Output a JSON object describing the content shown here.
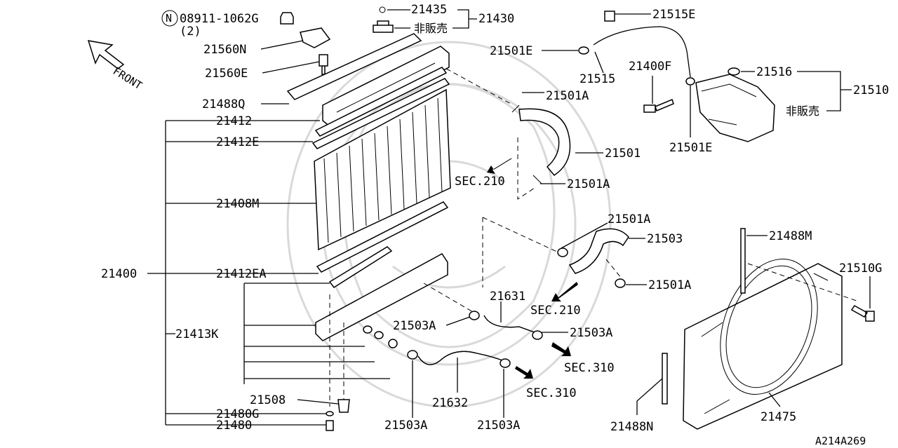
{
  "labels": {
    "notice_code": "08911-1062G",
    "notice_qty": "(2)",
    "front": "FRONT",
    "p21435": "21435",
    "p21430": "21430",
    "not_for_sale_1": "非販売",
    "p21560N": "21560N",
    "p21560E": "21560E",
    "p21488Q": "21488Q",
    "p21412": "21412",
    "p21412E": "21412E",
    "p21408M": "21408M",
    "p21400": "21400",
    "p21412EA": "21412EA",
    "p21413K": "21413K",
    "p21508": "21508",
    "p21480G": "21480G",
    "p21480": "21480",
    "p21515E": "21515E",
    "p21501E_top": "21501E",
    "p21515": "21515",
    "p21400F": "21400F",
    "p21516": "21516",
    "p21510": "21510",
    "not_for_sale_2": "非販売",
    "p21501E_bot": "21501E",
    "p21501A_1": "21501A",
    "p21501": "21501",
    "p21501A_2": "21501A",
    "sec210_a": "SEC.210",
    "p21501A_3": "21501A",
    "p21503": "21503",
    "p21501A_4": "21501A",
    "p21488M": "21488M",
    "p21510G": "21510G",
    "p21631": "21631",
    "sec210_b": "SEC.210",
    "p21503A_1": "21503A",
    "p21503A_2": "21503A",
    "sec310_a": "SEC.310",
    "sec310_b": "SEC.310",
    "p21632": "21632",
    "p21503A_3": "21503A",
    "p21503A_4": "21503A",
    "p21475": "21475",
    "p21488N": "21488N",
    "diagram_code": "A214A269",
    "n_symbol": "N"
  }
}
